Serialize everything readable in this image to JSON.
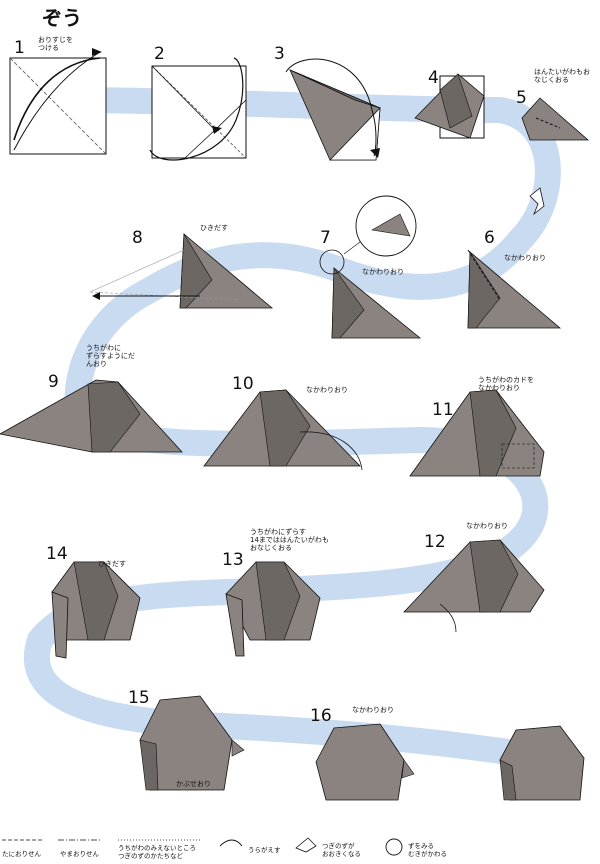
{
  "title": "ぞう",
  "colors": {
    "paper": "#8a837f",
    "paper_dark": "#6d6763",
    "path": "#c9dbf1",
    "line": "#111111"
  },
  "steps": [
    {
      "num": "1",
      "note": "おりすじを\nつける"
    },
    {
      "num": "2",
      "note": ""
    },
    {
      "num": "3",
      "note": ""
    },
    {
      "num": "4",
      "note": ""
    },
    {
      "num": "5",
      "note": "はんたいがわもお\nなじくおる"
    },
    {
      "num": "6",
      "note": "なかわりおり"
    },
    {
      "num": "7",
      "note": "なかわりおり"
    },
    {
      "num": "8",
      "note": "ひきだす"
    },
    {
      "num": "9",
      "note": "うちがわに\nずらすようにだ\nんおり"
    },
    {
      "num": "10",
      "note": "なかわりおり"
    },
    {
      "num": "11",
      "note": "うちがわのカドを\nなかわりおり"
    },
    {
      "num": "12",
      "note": "なかわりおり"
    },
    {
      "num": "13",
      "note": "うちがわにずらす\n14までははんたいがわも\nおなじくおる"
    },
    {
      "num": "14",
      "note": "ひきだす"
    },
    {
      "num": "15",
      "note": "かぶせおり"
    },
    {
      "num": "16",
      "note": "なかわりおり"
    }
  ],
  "legend": {
    "valley": "たにおりせん",
    "mountain": "やまおりせん",
    "hidden": "うちがわのみえないところ\nつぎのずのかたちなど",
    "turn": "うらがえす",
    "enlarge": "つぎのずが\nおおきくなる",
    "rotate": "ずをみる\nむきがかわる"
  }
}
